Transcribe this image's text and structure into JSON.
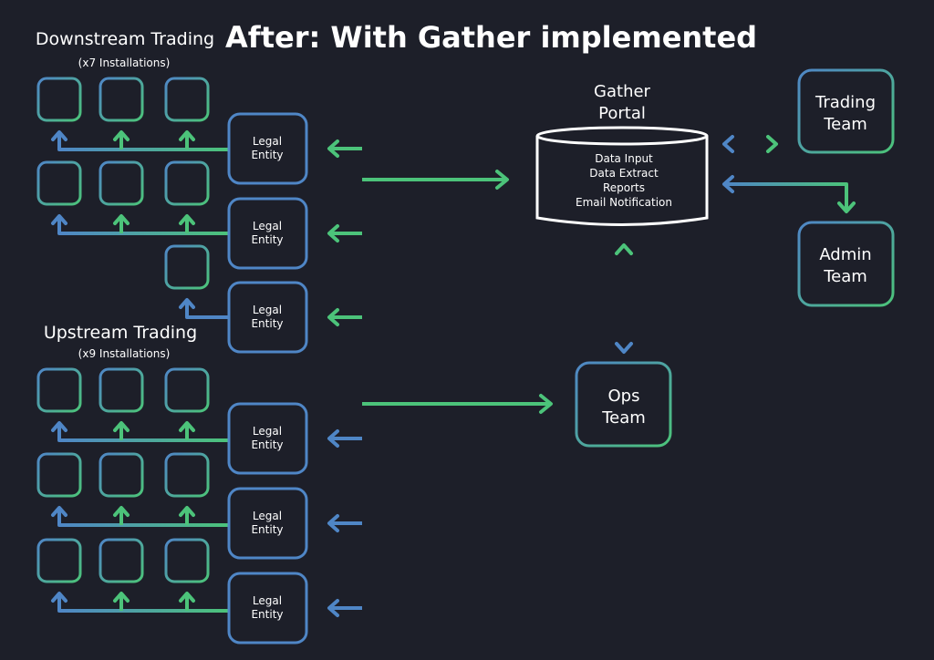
{
  "title": "After: With Gather implemented",
  "downstream": {
    "heading": "Downstream Trading",
    "subheading": "(x7 Installations)"
  },
  "upstream": {
    "heading": "Upstream Trading",
    "subheading": "(x9 Installations)"
  },
  "legal_entity": {
    "line1": "Legal",
    "line2": "Entity"
  },
  "portal": {
    "title_line1": "Gather",
    "title_line2": "Portal",
    "features": [
      "Data Input",
      "Data Extract",
      "Reports",
      "Email Notification"
    ]
  },
  "trading_team": {
    "line1": "Trading",
    "line2": "Team"
  },
  "admin_team": {
    "line1": "Admin",
    "line2": "Team"
  },
  "ops_team": {
    "line1": "Ops",
    "line2": "Team"
  },
  "colors": {
    "background": "#1d1f29",
    "green": "#4cc37a",
    "blue": "#4f86c6",
    "text": "#ffffff"
  }
}
